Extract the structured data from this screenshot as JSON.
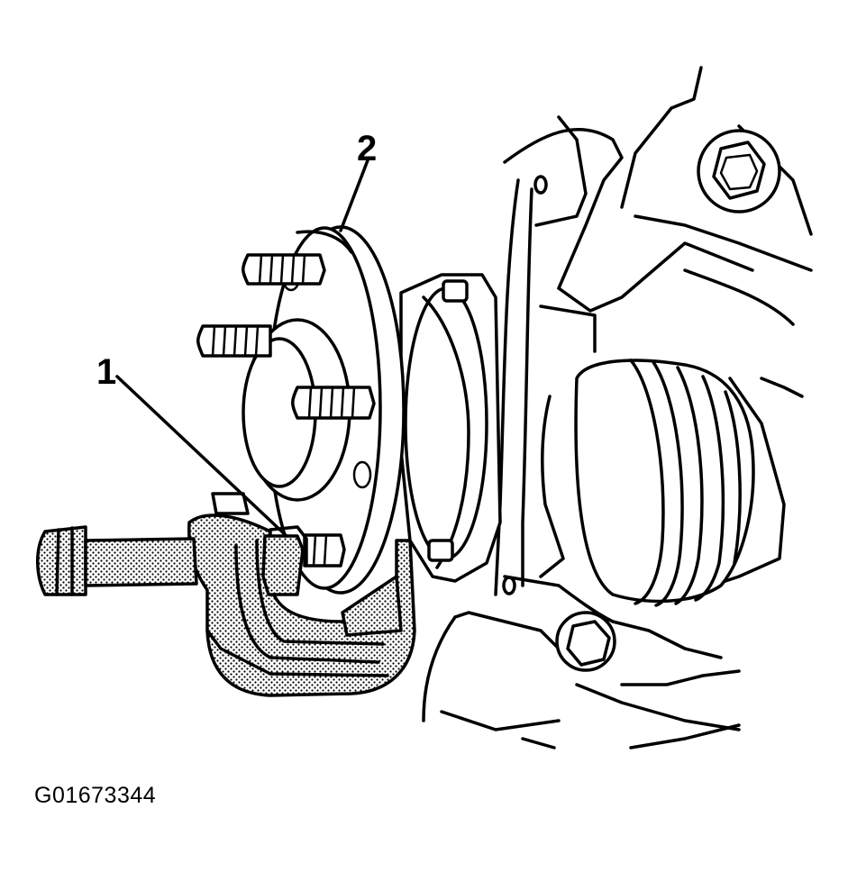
{
  "figure": {
    "callouts": [
      {
        "id": "1",
        "label": "1"
      },
      {
        "id": "2",
        "label": "2"
      }
    ],
    "figure_id": "G01673344"
  }
}
